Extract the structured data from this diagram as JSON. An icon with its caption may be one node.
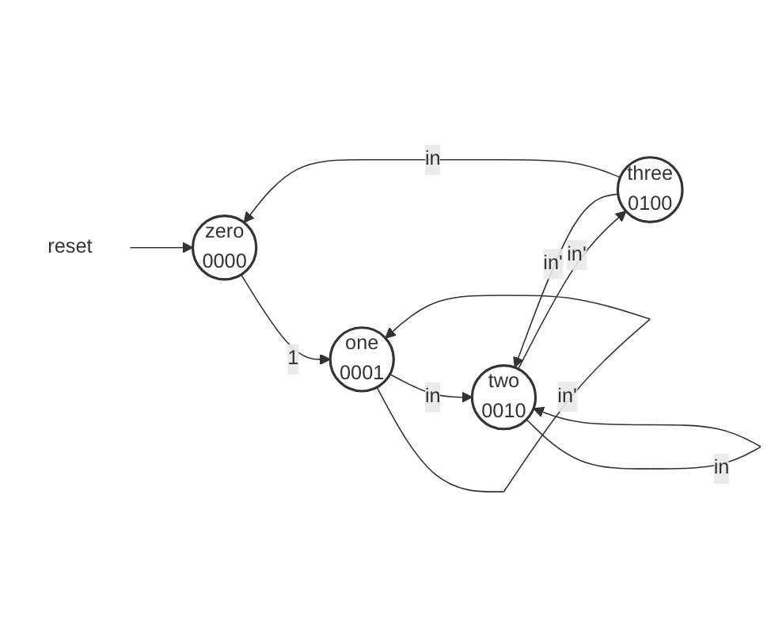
{
  "diagram": {
    "nodes": [
      {
        "text": [
          "reset"
        ]
      },
      {
        "text": [
          "zero",
          "0000"
        ]
      },
      {
        "text": [
          "one",
          "0001"
        ]
      },
      {
        "text": [
          "two",
          "0010"
        ]
      },
      {
        "text": [
          "three",
          "0100"
        ]
      }
    ],
    "edges": [
      {
        "from": 0,
        "to": 1,
        "arrow": "to"
      },
      {
        "from": 1,
        "to": 2,
        "label": "1",
        "arrow": "to"
      },
      {
        "from": 2,
        "to": 2,
        "label": "in'",
        "arrow": "to"
      },
      {
        "from": 2,
        "to": 3,
        "label": "in",
        "arrow": "to"
      },
      {
        "from": 3,
        "to": 3,
        "label": "in",
        "arrow": "to"
      },
      {
        "from": 3,
        "to": 4,
        "label": "in'",
        "arrow": "to"
      },
      {
        "from": 4,
        "to": 3,
        "label": "in'",
        "arrow": "to"
      },
      {
        "from": 4,
        "to": 1,
        "label": "in",
        "arrow": "to"
      }
    ]
  }
}
